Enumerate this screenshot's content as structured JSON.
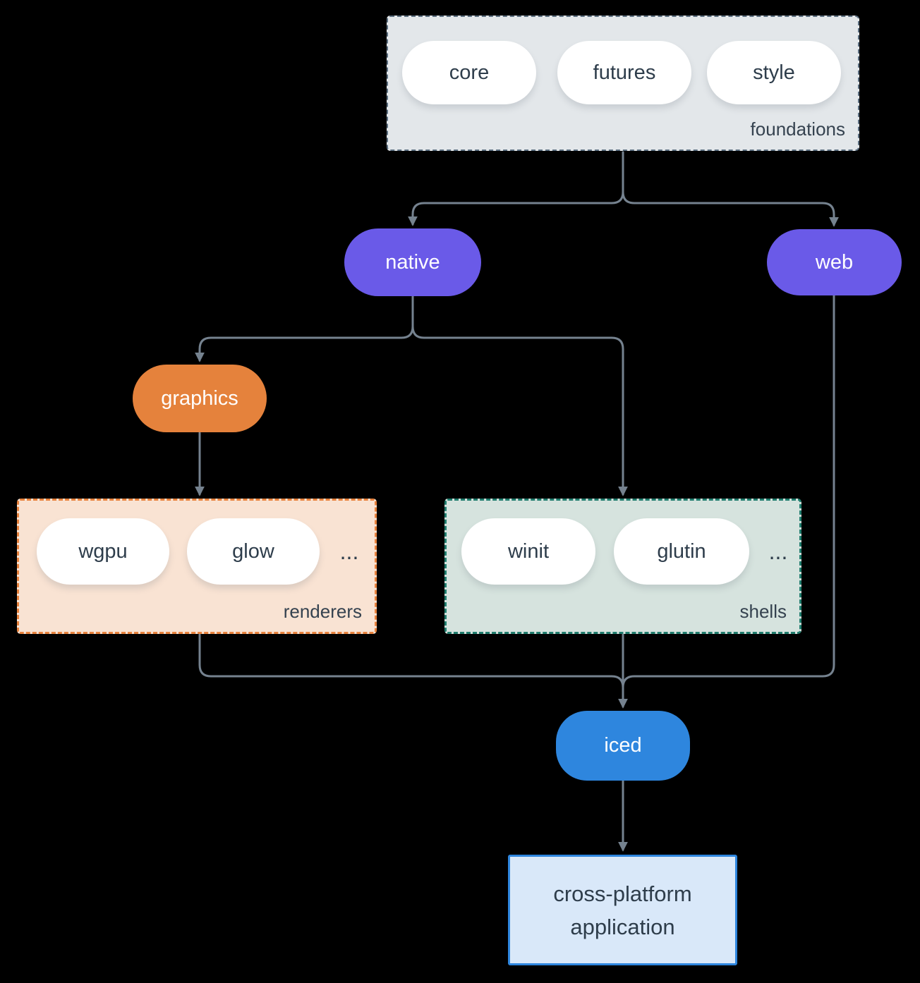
{
  "diagram": {
    "title_semantic": "iced crate ecosystem diagram",
    "background_color": "#000000",
    "connector_color": "#75828f",
    "colors": {
      "foundations_fill": "#e3e7ea",
      "foundations_border": "#5b6e80",
      "renderers_fill": "#f9e3d3",
      "renderers_border": "#e8823d",
      "shells_fill": "#d6e3de",
      "shells_border": "#207d6e",
      "purple_node": "#6a5ae8",
      "orange_node": "#e5823c",
      "blue_node": "#2e86de",
      "app_fill": "#d9e8f9",
      "app_border": "#2e86de",
      "pill_text": "#2e3d4b",
      "node_text": "#ffffff"
    },
    "foundations": {
      "label": "foundations",
      "pills": [
        "core",
        "futures",
        "style"
      ]
    },
    "native": {
      "label": "native"
    },
    "web": {
      "label": "web"
    },
    "graphics": {
      "label": "graphics"
    },
    "renderers": {
      "label": "renderers",
      "pills": [
        "wgpu",
        "glow"
      ],
      "more": "..."
    },
    "shells": {
      "label": "shells",
      "pills": [
        "winit",
        "glutin"
      ],
      "more": "..."
    },
    "iced": {
      "label": "iced"
    },
    "application": {
      "line1": "cross-platform",
      "line2": "application"
    }
  }
}
